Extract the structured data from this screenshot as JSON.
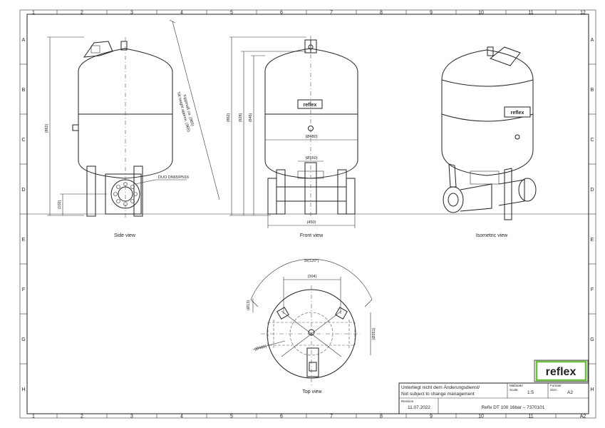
{
  "grid": {
    "cols": [
      "1",
      "2",
      "3",
      "4",
      "5",
      "6",
      "7",
      "8",
      "9",
      "10",
      "11",
      "12"
    ],
    "rows": [
      "A",
      "B",
      "C",
      "D",
      "E",
      "F",
      "G",
      "H"
    ]
  },
  "views": {
    "side": "Side view",
    "front": "Front view",
    "iso": "Isometric view",
    "top": "Top view"
  },
  "dims": {
    "side_height": "(862)",
    "side_flange": "(102)",
    "tilt1": "Kippmaß ca. (965)",
    "tilt2": "Tilt height approx. (965)",
    "dn": "DUO DN65/PN16",
    "front_h1": "(862)",
    "front_h2": "(828)",
    "front_h3": "(846)",
    "front_dia": "(Ø480)",
    "front_foot": "(Ø160)",
    "front_width": "(450)",
    "top_angle": "3x(120°)",
    "top_span": "(304)",
    "top_hole": "(Ø13)",
    "top_dia": "(Ø480)",
    "top_side": "(Ø351)"
  },
  "logo": {
    "text": "reflex",
    "color": "#6cbf3f"
  },
  "titleblock": {
    "note_de": "Unterliegt nicht dem Änderungsdienst/",
    "note_en": "Not subject to change management",
    "scale_label": "Maßstab/",
    "scale_label2": "Scale:",
    "scale_value": "1:5",
    "format_label": "Format/",
    "format_label2": "Size:",
    "format_value": "A2",
    "revision_label": "Revision",
    "revision_date": "11.07.2022",
    "title": "Refix DT 100 16bar – 7370101",
    "sheet": "A2"
  }
}
